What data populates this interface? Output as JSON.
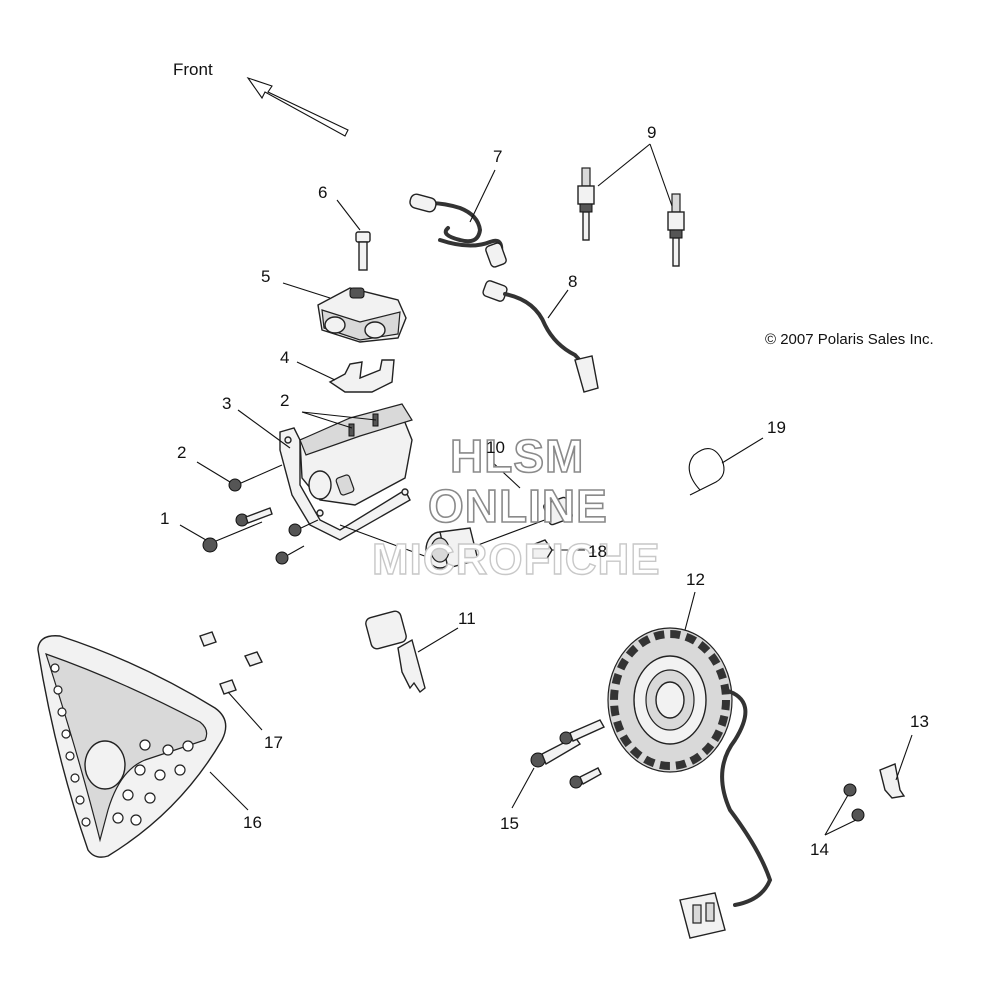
{
  "orientation": {
    "label": "Front"
  },
  "copyright": "© 2007 Polaris Sales Inc.",
  "watermark": {
    "line1": "HLSM",
    "line2": "ONLINE",
    "line3": "MICROFICHE"
  },
  "callouts": {
    "c1": "1",
    "c2a": "2",
    "c2b": "2",
    "c3": "3",
    "c4": "4",
    "c5": "5",
    "c6": "6",
    "c7": "7",
    "c8": "8",
    "c9": "9",
    "c10": "10",
    "c11": "11",
    "c12": "12",
    "c13": "13",
    "c14": "14",
    "c15": "15",
    "c16": "16",
    "c17": "17",
    "c18": "18",
    "c19": "19"
  }
}
